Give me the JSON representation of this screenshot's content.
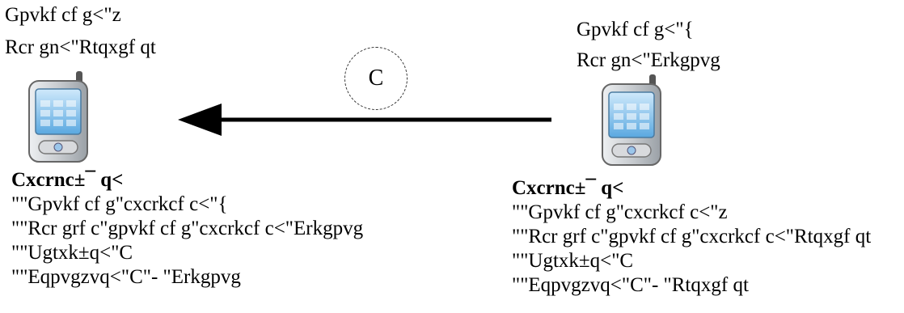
{
  "left_device": {
    "title": "Gpvkf cf g<\"z",
    "subtitle": "Rcr gn<\"Rtqxgf qt",
    "status_title": "Cxcrnc±¯ q<",
    "status_lines": [
      "\"\"Gpvkf cf g\"cxcrkcf c<\"{",
      "\"\"Rcr grf c\"gpvkf cf g\"cxcrkcf c<\"Erkgpvg",
      "\"\"Ugtxk±q<\"C",
      "\"\"Eqpvgzvq<\"C\"- \"Erkgpvg"
    ]
  },
  "right_device": {
    "title": "Gpvkf cf g<\"{",
    "subtitle": "Rcr gn<\"Erkgpvg",
    "status_title": "Cxcrnc±¯ q<",
    "status_lines": [
      "\"\"Gpvkf cf g\"cxcrkcf c<\"z",
      "\"\"Rcr grf c\"gpvkf cf g\"cxcrkcf c<\"Rtqxgf qt",
      "\"\"Ugtxk±q<\"C",
      "\"\"Eqpvgzvq<\"C\"- \"Rtqxgf qt"
    ]
  },
  "connector": {
    "circle_label": "C"
  },
  "colors": {
    "screen": "#8cc6ef",
    "body": "#c8ccd0",
    "arrow": "#000000"
  },
  "icons": [
    "phone-icon",
    "phone-icon",
    "arrow-left-icon"
  ]
}
